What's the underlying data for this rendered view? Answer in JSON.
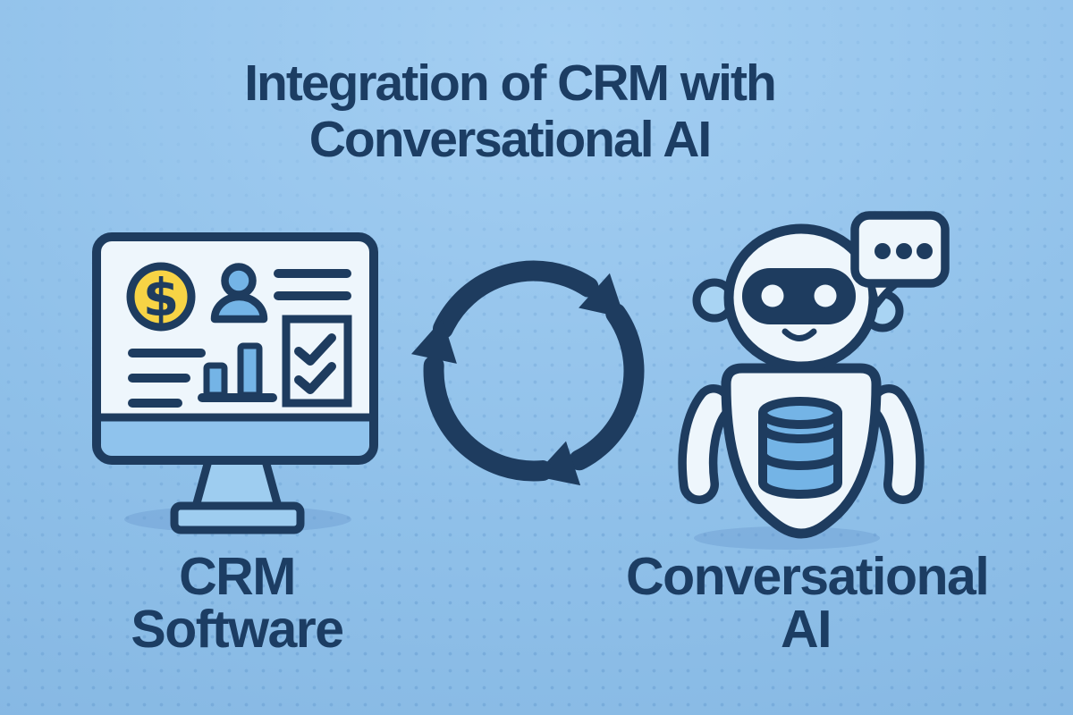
{
  "title": {
    "line1": "Integration of CRM with",
    "line2": "Conversational AI"
  },
  "diagram": {
    "left_label": {
      "line1": "CRM",
      "line2": "Software"
    },
    "right_label": {
      "line1": "Conversational",
      "line2": "AI"
    },
    "coin_symbol": "$",
    "icons": [
      "crm-monitor-illustration",
      "dollar-coin-icon",
      "user-icon",
      "bar-chart-icon",
      "checklist-icon",
      "sync-arrows-icon",
      "ai-robot-illustration",
      "speech-bubble-icon",
      "database-icon"
    ]
  },
  "colors": {
    "background_top": "#a3cef2",
    "background_bottom": "#82b4e0",
    "dot_blue": "#5f96cc",
    "navy": "#1e3c5f",
    "text_navy": "#1c3d63",
    "screen_white": "#eef6fc",
    "mid_blue": "#74b4e6",
    "bezel_blue": "#8fc3ed",
    "stand_blue": "#9ecdf0",
    "ear_blue": "#a9d4f3",
    "coin_yellow": "#f7d345",
    "shadow_blue": "#6b9bd0"
  }
}
